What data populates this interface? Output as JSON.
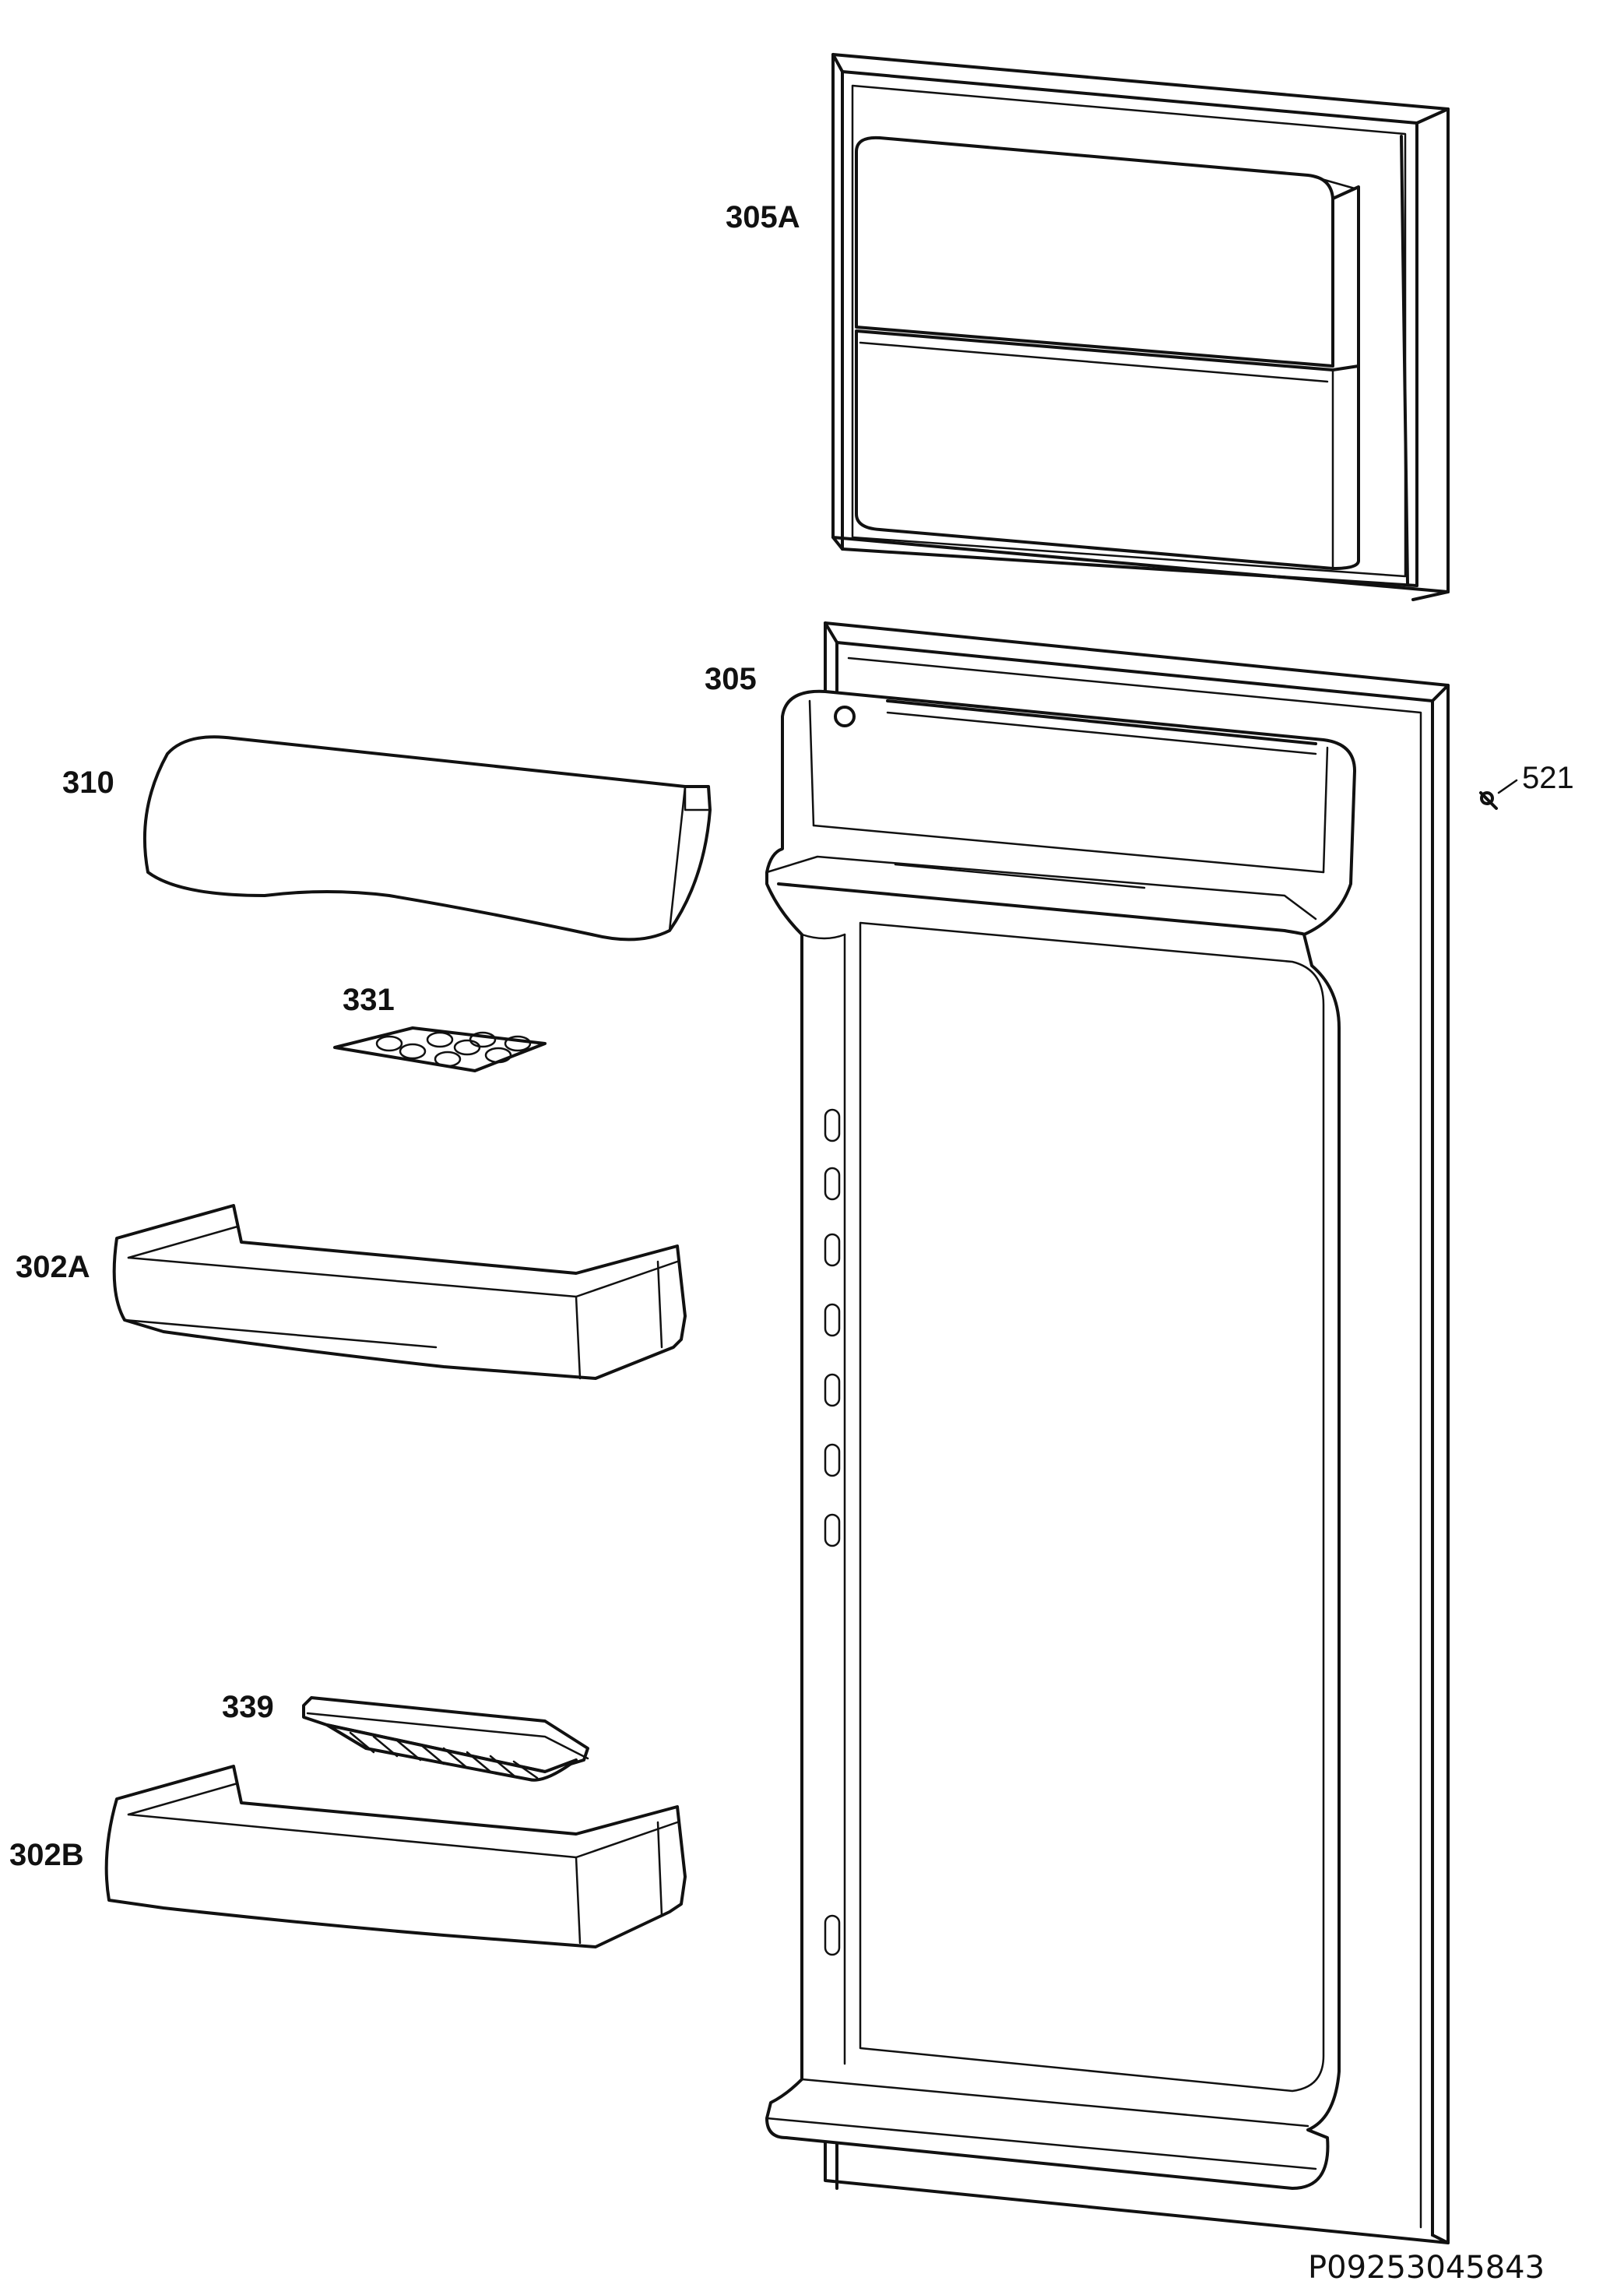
{
  "labels": {
    "freezer_door": "305A",
    "fridge_door": "305",
    "upper_cover": "310",
    "egg_tray": "331",
    "upper_shelf": "302A",
    "bottle_retainer": "339",
    "lower_shelf": "302B",
    "screw": "521"
  },
  "reference": "P09253045843"
}
